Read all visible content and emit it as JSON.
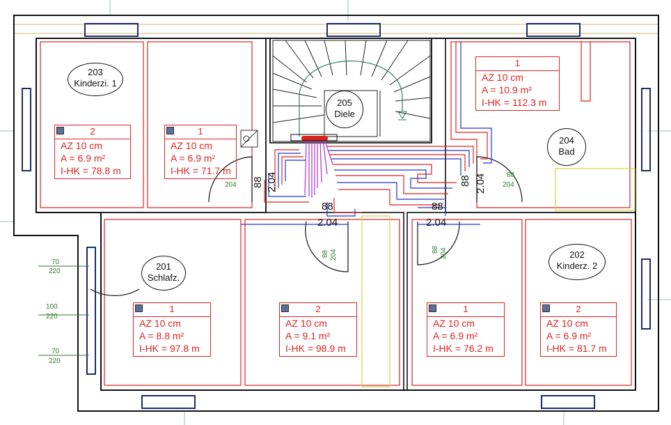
{
  "rooms": [
    {
      "number": "203",
      "name": "Kinderzi. 1"
    },
    {
      "number": "205",
      "name": "Diele"
    },
    {
      "number": "204",
      "name": "Bad"
    },
    {
      "number": "201",
      "name": "Schlafz."
    },
    {
      "number": "202",
      "name": "Kinderz. 2"
    }
  ],
  "heating_circuits": [
    {
      "num": "2",
      "az": "AZ 10 cm",
      "a": "A = 6.9 m²",
      "ihk": "I-HK = 78.8 m"
    },
    {
      "num": "1",
      "az": "AZ 10 cm",
      "a": "A = 6.9 m²",
      "ihk": "I-HK = 71.7 m"
    },
    {
      "num": "1",
      "az": "AZ 10 cm",
      "a": "A = 10.9 m²",
      "ihk": "I-HK = 112.3 m"
    },
    {
      "num": "1",
      "az": "AZ 10 cm",
      "a": "A = 8.8 m²",
      "ihk": "I-HK = 97.8 m"
    },
    {
      "num": "2",
      "az": "AZ 10 cm",
      "a": "A = 9.1 m²",
      "ihk": "I-HK = 98.9 m"
    },
    {
      "num": "1",
      "az": "AZ 10 cm",
      "a": "A = 6.9 m²",
      "ihk": "I-HK = 76.2 m"
    },
    {
      "num": "2",
      "az": "AZ 10 cm",
      "a": "A = 6.9 m²",
      "ihk": "I-HK = 81.7 m"
    }
  ],
  "door_dims": {
    "w": "88",
    "h": "2.04",
    "small_w": "88",
    "small_h": "204"
  },
  "window_dims": [
    {
      "w": "70",
      "h": "220"
    },
    {
      "w": "100",
      "h": "220"
    },
    {
      "w": "70",
      "h": "220"
    }
  ]
}
